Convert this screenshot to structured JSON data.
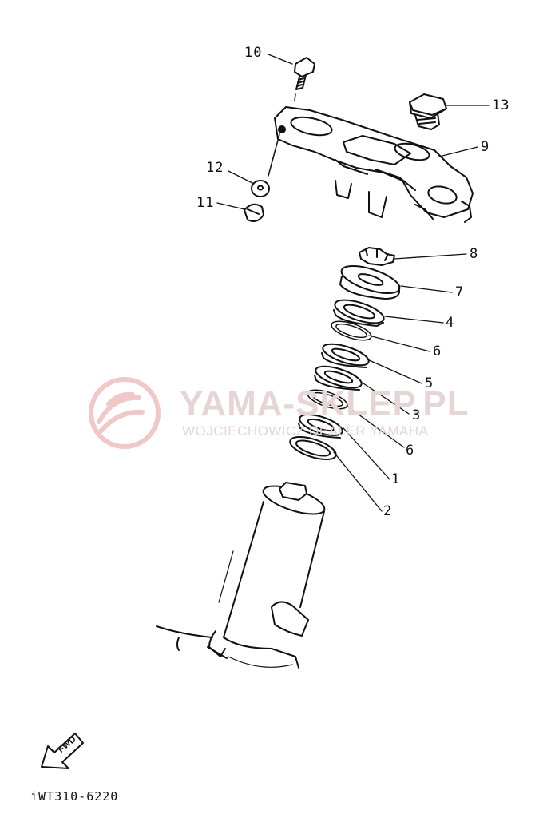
{
  "diagram": {
    "drawing_code": "iWT310-6220",
    "fwd_label": "FWD",
    "watermark": {
      "title": "YAMA-SKLEP.PL",
      "subtitle": "WOJCIECHOWICZ DEALER YAMAHA"
    },
    "callouts": {
      "c10": "10",
      "c13": "13",
      "c9": "9",
      "c12": "12",
      "c11": "11",
      "c8": "8",
      "c7": "7",
      "c4": "4",
      "c6a": "6",
      "c5": "5",
      "c3": "3",
      "c6b": "6",
      "c1": "1",
      "c2": "2"
    },
    "colors": {
      "line": "#111111",
      "watermark": "#e8cccc"
    }
  }
}
